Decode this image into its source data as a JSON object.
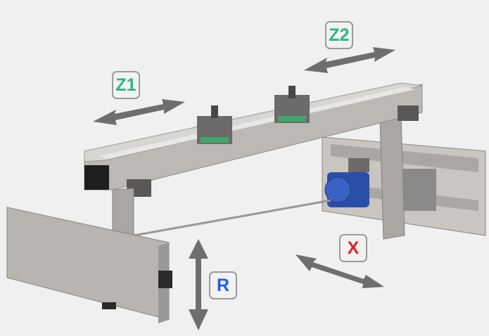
{
  "labels": {
    "z1": {
      "text": "Z1",
      "color": "#2db67f"
    },
    "z2": {
      "text": "Z2",
      "color": "#2db67f"
    },
    "x": {
      "text": "X",
      "color": "#e0202a"
    },
    "r": {
      "text": "R",
      "color": "#1f5fe0"
    }
  },
  "colors": {
    "arrow": "#6e6e6e",
    "steel": "#b9b6b2",
    "motor": "#2a4fa8"
  }
}
